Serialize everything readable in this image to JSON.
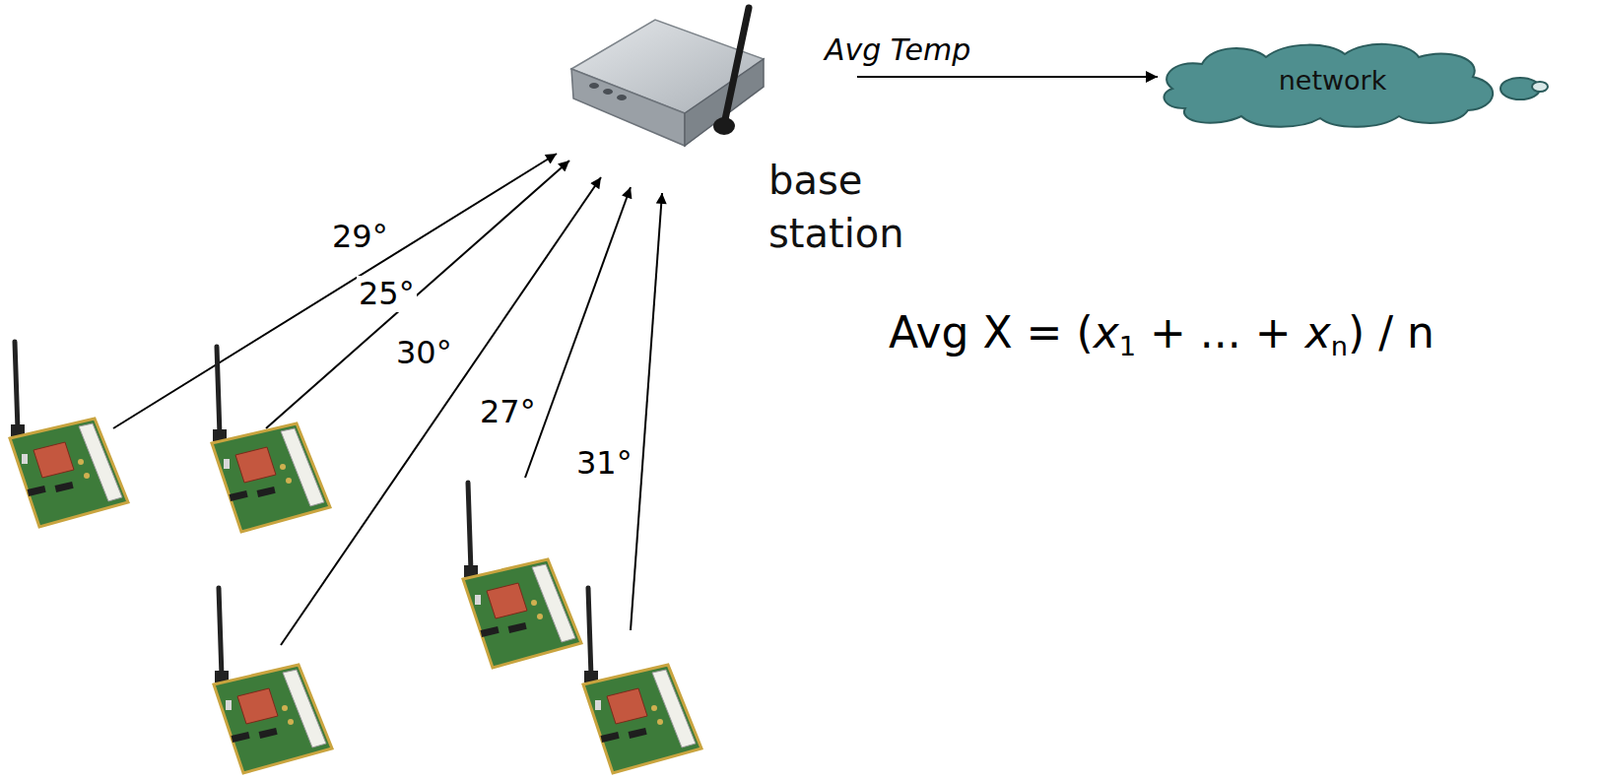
{
  "diagram": {
    "nodes": [
      {
        "text": [
          "base station"
        ]
      },
      {
        "text": [
          "network"
        ]
      }
    ],
    "edges": [
      {
        "from": 0,
        "to": 1,
        "arrow": "to",
        "label": "Avg Temp"
      }
    ],
    "labels": [
      "29°",
      "25°",
      "30°",
      "27°",
      "31°",
      "Avg X = (x1 + ... + xn) / n"
    ]
  }
}
